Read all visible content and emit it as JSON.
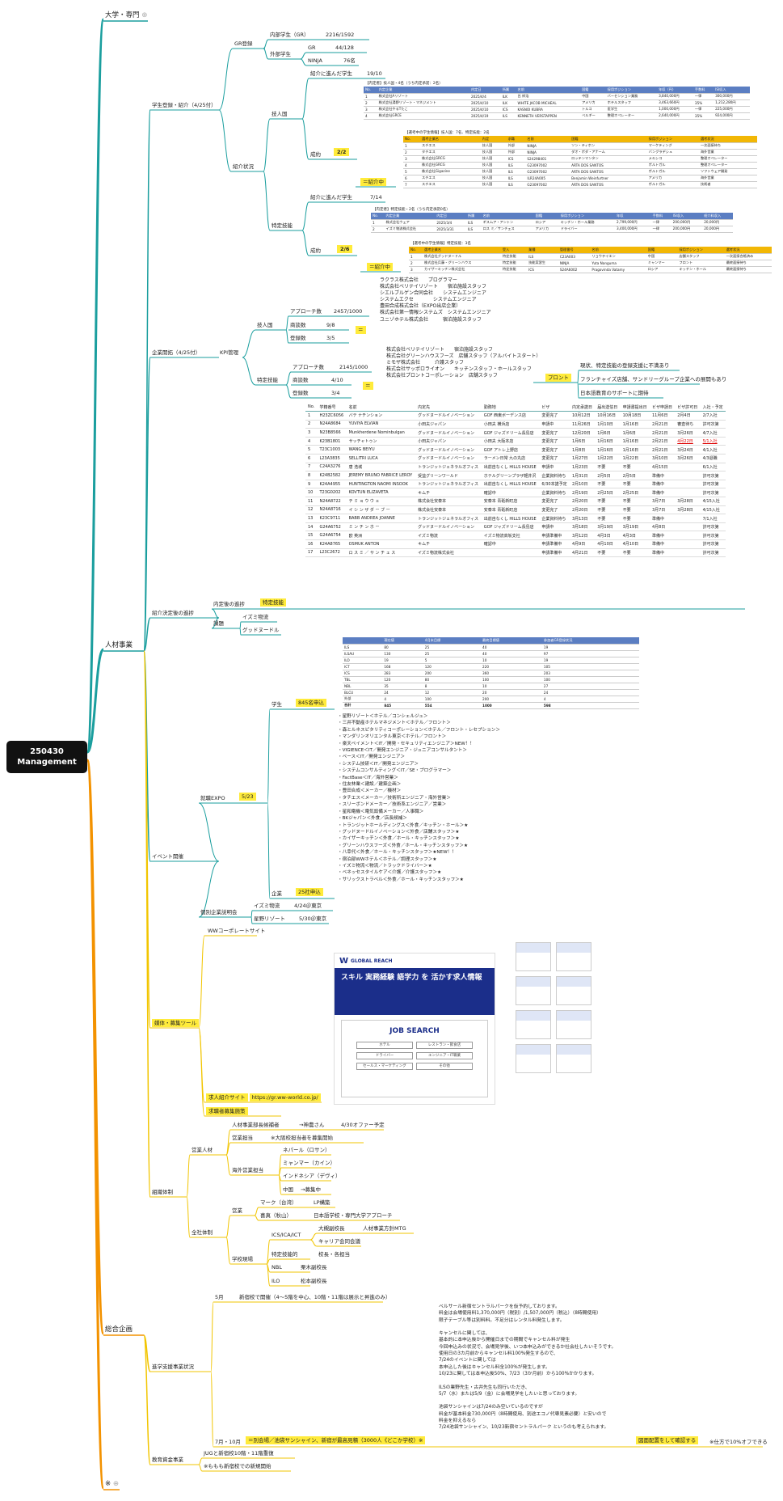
{
  "root": {
    "title": "250430\nManagement"
  },
  "branches": {
    "daigaku": "大学・専門",
    "jinzai": "人材事業",
    "sogo": "総合企画",
    "note": "※"
  },
  "gakusei": {
    "label": "学生登録・紹介（4/25付）",
    "gr_reg": "GR登録",
    "naibu": "内部学生（GR）",
    "naibu_v": "2216/1592",
    "gaibu": "外部学生",
    "gr": "GR",
    "gr_v": "44/128",
    "ninja": "NINJA",
    "ninja_v": "76名",
    "shokai": "紹介状況",
    "gino": "技人国",
    "shokai_sumi": "紹介に進んだ学生",
    "gino_v": "19/10",
    "seiyaku": "成約",
    "gino_seiyaku": "2/2",
    "tokutei": "特定技能",
    "tokutei_v": "7/14",
    "tokutei_seiyaku": "2/6",
    "shokaichu": "＝紹介中"
  },
  "kigyo": {
    "label": "企業開拓（4/25付）",
    "kpi": "KPI管理",
    "gino": "技人国",
    "approach": "アプローチ数",
    "gino_ap": "2457/1000",
    "shodan": "商談数",
    "gino_sd": "9/8",
    "toroku": "登録数",
    "gino_tr": "3/5",
    "tokutei": "特定技能",
    "tok_ap": "2145/1000",
    "tok_sd": "4/10",
    "tok_tr": "3/4",
    "eq": "＝",
    "pro": "プロント",
    "gino_list": "ラクラス株式会社　　プログラマー\n株式会社ベリテイリゾート　　宿泊施設スタッフ\nシエルブルゲン合同会社　　システムエンジニア\nシステムエクセ　　　　システムエンジニア\n豊田合成株式会社（EXPO出店企業）\n株式会社第一情報システムズ　システムエンジニア\nユニゾホテル株式会社　　　宿泊施設スタッフ",
    "tok_list": "株式会社ベリテイリゾート　　宿泊施設スタッフ\n株式会社グリーンハウスフーズ　店舗スタッフ（アルバイトスタート）\nミモザ株式会社　　　介護スタッフ\n株式会社サッポロライオン　　キッチンスタッフ・ホールスタッフ\n株式会社プロントコーポレーション　店舗スタッフ",
    "pro1": "現状、特定技能の登録支援に不満あり",
    "pro2": "フランチャイズ店舗、サンドリーグループ企業への展開もあり",
    "pro3": "日本語教育のサポートに期待"
  },
  "shokai_go": {
    "label": "紹介決定後の進捗",
    "naitei": "内定後の進捗",
    "tokutei": "特定技能",
    "kadai": "課題",
    "izumi": "イズミ物流",
    "good": "グッドヌードル"
  },
  "event": {
    "label": "イベント開催",
    "shushoku": "就職EXPO",
    "date": "5/23",
    "gakusei": "学生",
    "gakusei_v": "845名申込",
    "kigyo": "企業",
    "kigyo_v": "25社申込",
    "kobetsu": "個別企業説明会",
    "izumi": "イズミ物流",
    "izumi_v": "4/24＠東京",
    "hoshino": "星野リゾート",
    "hoshino_v": "5/30＠東京",
    "list": "・星野リゾート＜ホテル／コンシェルジュ＞\n・三井不動産ホテルマネジメント＜ホテル／フロント＞\n・森とルネスピタリティコーポレーション＜ホテル／フロント・レセプション＞\n・マンダリンオリエンタル東京＜ホテル／フロント＞\n・楽天ペイメント＜IT／開発・セキュリティエンジニア＞NEW！！\n・VIGIENCE＜IT／開発エンジニア・ジュニアコンサルタント＞\n・ベース＜IT／開発エンジニア＞\n・システム技研＜IT／開発エンジニア＞\n・システムコンサルティング＜IT／SE・プログラマー＞\n・FactBase＜IT／海外営業＞\n・住友林業＜建設／建築企画＞\n・豊田合成＜メーカー／機材＞\n・タチエス＜メーカー／技術所エンジニア・海外営業＞\n・スリーボンドメーカー／技術系エンジニア／営業＞\n・星和電機＜電気設備メーカー／人事職＞\n・BKジャパン＜外食／店長候補＞\n・トランジットホールディングス＜外食／キッチン・ホール＞★\n・グッドヌードルイノベーション＜外食／店舗スタッフ＞★\n・カイザーキッチン＜外食／ホール・キッチンスタッフ＞★\n・グリーンハウスフーズ＜外食／ホール・キッチンスタッフ＞★\n・八幸代＜外食／ホール・キッチンスタッフ＞★NEW！！\n・宿泊部WWホテル＜ホテル／調理スタッフ＞★\n・イズミ物流＜物流／トラックドライバー＞★\n・ベネッセスタイルケア＜介護／介護スタッフ＞★\n・サリックストラベル＜外食／ホール・キッチンスタッフ＞★"
  },
  "baitai": {
    "label": "媒体・募集ツール",
    "ww": "WWコーポレートサイト",
    "kyujin": "求人紹介サイト",
    "url": "https://gr.ww-world.co.jp/",
    "shiryo": "求職者募集施策",
    "site_brand": "GLOBAL REACH",
    "site_hero": "スキル 実務経験 語学力 を 活かす求人情報",
    "site_js": "JOB SEARCH",
    "site_btns": [
      "ホテル",
      "レストラン・飲食店",
      "ドライバー",
      "エンジニア・IT職業",
      "セールス・マーケティング",
      "その他"
    ]
  },
  "soshiki": {
    "label": "組織体制",
    "eigyo": "営業人材",
    "jinzai_bucho": "人材事業部長候補者",
    "jinzai_bucho_v": "→神農さん",
    "jinzai_bucho_d": "4/30オファー予定",
    "eigyo_tanto": "営業担当",
    "eigyo_tanto_v": "※大阪校担当者を募集開始",
    "kaigai": "海外営業担当",
    "nepal": "ネパール（ロサン）",
    "myanmar": "ミャンマー（カイン）",
    "indonesia": "インドネシア（デヴィ）",
    "china": "中国",
    "china_v": "→募集中",
    "zensha": "全社体制",
    "eigyo2": "営業",
    "mark": "マーク（台湾）",
    "lp": "LP構築",
    "kiyoshi": "喜真（秋山）",
    "kiyoshi_v": "日本語学校・専門大学アプローチ",
    "school": "学校現場",
    "taketomi": "大槻副校長",
    "taketomi_v": "人材事業方針MTG",
    "ics": "ICS/ICA/ICT",
    "career": "キャリア会同会議",
    "tokutei": "特定技能的",
    "tokutei_v": "校長・各担当",
    "nbl": "NBL",
    "nbl_v": "栗木副校長",
    "ilo": "ILO",
    "ilo_v": "松本副校長"
  },
  "shingaku": {
    "label": "進学支援事業状況",
    "may": "5月",
    "may_v": "新宿校で開催（4～5階を中心、10階・11階は展示と昇進のみ）",
    "julyoct": "7月・10月",
    "julyoct_v": "＝別会場／池袋サンシャイン、新宿が最高見積（3000人《どこか学校）※",
    "memo": "ベルサール新宿セントラルパークを仮予約しております。\n料金は会場使用料1,370,000円（税別）/1,507,000円（税込）（8時間使用）\n限子テーブル等は別料料。不足分はレンタル料発生します。\n\nキャンセルに関しては、\n基本的に本申込後から開催日までの期間でキャンセル料が発生\n今回申込みの状況で、会場見学後、いつ本申込みができるか社会社したいそうです。\n使用日の3カ月前からキャンセル料100%発生するので、\n7/24のイベントに関しては\n本申込した後はキャンセル料全100%が発生します。\n10/23に関しては本申込後50%、7/23（3か月前）から100%かかります。\n\nILSの業野先生・古井先生も同行いただき、\n5/7（水）または5/9（金）に会場見学をしたいと思っております。\n\n池袋サンシャインは7/24のみ空いているのですが\n料金が基本料金730,000円（8時間使用、別途エコノ代専見素必要）と安いので\n料金を抑えるなら\n7/24池袋サンシャイン、10/23新宿セントラルパーク というのも考えられます。",
    "kaijo": "図面配置をして確認する",
    "kaijo_v": "※仕方で10%オフできる"
  },
  "kyoiku": {
    "label": "教育資金事業",
    "jug": "JUGと新宿校10階・11階重復",
    "fm": "※ももも新宿校での新規開始"
  },
  "t1": {
    "title": "【内定者】技人国・4名（うち内定承諾：2名）",
    "headers": [
      "No.",
      "内定企業",
      "内定日",
      "所属",
      "名前",
      "国籍",
      "採用ポジション",
      "年収（円）",
      "手数料",
      "ISI収入"
    ],
    "rows": [
      [
        "1",
        "株式会社Aリゾート",
        "2025/4/4",
        "ILK",
        "呂 祥浩",
        "中国",
        "バーセンション業務",
        "3,840,000円",
        "一律",
        "300,000円"
      ],
      [
        "2",
        "株式会社湯野リゾート・マネジメント",
        "2025/4/10",
        "ILK",
        "WHITE JACOB MICHEAL",
        "アメリカ",
        "ホテルスタッフ",
        "3,463,660円",
        "35%",
        "1,212,280円"
      ],
      [
        "3",
        "株式会社やるTたこ",
        "2025/4/10",
        "ICS",
        "KASNOI KUBRA",
        "トルコ",
        "医学生",
        "1,000,000円",
        "一律",
        "225,000円"
      ],
      [
        "4",
        "株式会社GRCE",
        "2025/4/19",
        "ILS",
        "KENNETH VERSTAPPEN",
        "ベルギー",
        "整理オペレーター",
        "2,640,000円",
        "35%",
        "924,000円"
      ]
    ]
  },
  "t2": {
    "title": "【選考中の学生情報】技人国：7名、特定技能：2名",
    "headers": [
      "No.",
      "選考企業名",
      "内定",
      "求職",
      "名前",
      "国籍",
      "採用ポジション",
      "選考状況"
    ],
    "rows": [
      [
        "1",
        "スチエス",
        "技人国",
        "外部",
        "NINJA",
        "ソン・ティホン",
        "マーケティング",
        "一次面接待ち"
      ],
      [
        "2",
        "タチエス",
        "技人国",
        "外部",
        "NINJA",
        "ダオ・ボダ・アナーム",
        "バングラデシュ",
        "海外営業"
      ],
      [
        "3",
        "株式会社GRCG",
        "技人国",
        "ICS",
        "S24298401",
        "ロッテンマンタン",
        "メキシコ",
        "整理オペレーター"
      ],
      [
        "4",
        "株式会社GRCG",
        "技人国",
        "ILS",
        "G23097002",
        "ARTA DOS SANTOS",
        "ポルトガル",
        "整理オペレーター"
      ],
      [
        "5",
        "株式会社Gigazine",
        "技人国",
        "ILS",
        "G23097002",
        "ARTA DOS SANTOS",
        "ポルトガル",
        "ソフトウェア開発"
      ],
      [
        "6",
        "スチエス",
        "技人国",
        "ILS",
        "ILR24A005",
        "Benjamin Weinfurtner",
        "アメリカ",
        "海外営業"
      ],
      [
        "7",
        "スチエス",
        "技人国",
        "ILS",
        "G23097002",
        "ARTA DOS SANTOS",
        "ポルトガル",
        "技術者"
      ]
    ]
  },
  "t3": {
    "title": "【内定者】特定技能・2名（うち内定承諾0名）",
    "headers": [
      "No.",
      "内定企業",
      "内定日",
      "所属",
      "名前",
      "国籍",
      "採用ポジション",
      "年収",
      "手数料",
      "ISI収入",
      "紹介料収入"
    ],
    "rows": [
      [
        "1",
        "株式会社ウェア",
        "2025/3/4",
        "ILS",
        "ギスムア・アントン",
        "ロシア",
        "キッチン・ホール業務",
        "2,799,000円",
        "一律",
        "200,000円",
        "20,000円"
      ],
      [
        "2",
        "イズミ物流株式会社",
        "2025/3/31",
        "ILS",
        "ロス ミ／サンチェス",
        "アメリカ",
        "ドライバー",
        "3,400,000円",
        "一律",
        "200,000円",
        "20,000円"
      ]
    ]
  },
  "t4": {
    "title": "【選考中の学生情報】特定技能：3名",
    "headers": [
      "No.",
      "選考企業名",
      "受入",
      "業種",
      "管理番号",
      "名前",
      "国籍",
      "採用ポジション",
      "選考状況"
    ],
    "rows": [
      [
        "1",
        "株式会社グッドヌードル",
        "特定技能",
        "ILS",
        "C23A003",
        "リョウテイエン",
        "中国",
        "店舗スタッフ",
        "一次面接合格済み"
      ],
      [
        "2",
        "株式会社兵藤・グリーンハウス",
        "特定技能",
        "技能実習生",
        "NINJA",
        "Yuta Nanguma",
        "ミャンマー",
        "フロント",
        "最終面接待ち"
      ],
      [
        "3",
        "カイザーキッチン株式会社",
        "特定技能",
        "ICS",
        "S24A6002",
        "Pragovinda Vatamy",
        "ロシア",
        "キッチン・ホール",
        "最終面接待ち"
      ]
    ]
  },
  "t5": {
    "headers": [
      "No.",
      "学籍番号",
      "名前",
      "内定先",
      "勤務地",
      "ビザ",
      "内定承諾日",
      "届出送信日",
      "申請書提出日",
      "ビザ申請日",
      "ビザ許可日",
      "入社・予定"
    ],
    "rows": [
      [
        "1",
        "H23ZC6056",
        "バテ ナチンション",
        "グッドヌードルイノベーション",
        "GOF 西東ボーデンス店",
        "変更完了",
        "10月12日",
        "10月16日",
        "10月18日",
        "11月6日",
        "2月4日",
        "2/7入社"
      ],
      [
        "2",
        "N24A8684",
        "YUVIYA ELVIAN",
        "小田夫ジャパン",
        "小田夫 横浜店",
        "申請中",
        "11月26日",
        "1月10日",
        "1月16日",
        "2月21日",
        "審査待ち",
        "許可次第"
      ],
      [
        "3",
        "N23B8566",
        "Munkherdene Nominbulgan",
        "グッドヌードルイノベーション",
        "GOF ジャズドリーム長島店",
        "変更完了",
        "12月20日",
        "1月6日",
        "1月6日",
        "2月21日",
        "3月26日",
        "4/7入社"
      ],
      [
        "4",
        "K23B1801",
        "サッチャトゥン",
        "小田夫ジャパン",
        "小田夫 大阪本店",
        "変更完了",
        "1月6日",
        "1月16日",
        "1月16日",
        "2月21日",
        "4月22日",
        "5/1入社"
      ],
      [
        "5",
        "T23C1003",
        "WANG BEIYU",
        "グッドヌードルイノベーション",
        "GOF アトレ上野店",
        "変更完了",
        "1月8日",
        "1月16日",
        "1月16日",
        "2月21日",
        "3月24日",
        "4/1入社"
      ],
      [
        "6",
        "L23A3835",
        "SELLITRI LUCA",
        "グッドヌードルイノベーション",
        "ラーメン日常 九の丸店",
        "変更完了",
        "1月27日",
        "1月22日",
        "1月22日",
        "3月10日",
        "3月26日",
        "4/3退職"
      ],
      [
        "7",
        "C24A3276",
        "唐 浩城",
        "トランジットジェネラルオフィス",
        "出前自なくし HILLS HOUSE",
        "申請中",
        "1月23日",
        "不要",
        "不要",
        "4月15日",
        "",
        "6/1入社"
      ],
      [
        "8",
        "K24B2582",
        "JEREMY BRUNO FABRICE LEROY",
        "受益グリーンワールド",
        "ホテルグリーンプラザ軽井沢",
        "企業資料待ち",
        "1月31日",
        "2月5日",
        "2月5日",
        "準備中",
        "",
        "許可次第"
      ],
      [
        "9",
        "K24A4955",
        "HUNTINGTON NAOMI INSOOK",
        "トランジットジェネラルオフィス",
        "出前自なくし HILLS HOUSE",
        "6/30本諾予定",
        "2月10日",
        "不要",
        "不要",
        "準備中",
        "",
        "許可次第"
      ],
      [
        "10",
        "T23G0202",
        "KOVTUN ELIZAVETA",
        "キムチ",
        "確認中",
        "企業資料待ち",
        "2月19日",
        "2月25日",
        "2月25日",
        "準備中",
        "",
        "許可次第"
      ],
      [
        "11",
        "N24A8722",
        "チ ミ ョ ウ ウ ェ",
        "株式会社安泰本",
        "安泰本 青砥新町店",
        "変更完了",
        "2月20日",
        "不要",
        "不要",
        "3月7日",
        "3月28日",
        "4/15入社"
      ],
      [
        "12",
        "N24A8716",
        "イ シ ン ザ ダ ー ブ ー",
        "株式会社安泰本",
        "安泰本 青砥新町店",
        "変更完了",
        "2月20日",
        "不要",
        "不要",
        "3月7日",
        "3月28日",
        "4/15入社"
      ],
      [
        "13",
        "K23C9711",
        "BABB ANDREA JOANNE",
        "トランジットジェネラルオフィス",
        "出前自なくし HILLS HOUSE",
        "企業資料待ち",
        "3月13日",
        "不要",
        "不要",
        "準備中",
        "",
        "7/1入社"
      ],
      [
        "14",
        "G24A6752",
        "ミ ン チ ン ホ ー",
        "グッドヌードルイノベーション",
        "GOF ジャズドリーム長島店",
        "申請中",
        "3月18日",
        "3月19日",
        "3月19日",
        "4月8日",
        "",
        "許可次第"
      ],
      [
        "15",
        "G24A6754",
        "欧 英洲",
        "イズミ物流",
        "イズミ物流高坂支社",
        "申請準備中",
        "3月12日",
        "4月3日",
        "4月3日",
        "準備中",
        "",
        "許可次第"
      ],
      [
        "16",
        "K24A8765",
        "OSMUK ANTON",
        "キムチ",
        "確認中",
        "申請準備中",
        "4月9日",
        "4月10日",
        "4月10日",
        "準備中",
        "",
        "許可次第"
      ],
      [
        "17",
        "L23C2672",
        "ロ ス ミ ／ サ ン チ ェ ス",
        "イズミ物流株式会社",
        "",
        "申請準備中",
        "4月21日",
        "不要",
        "不要",
        "準備中",
        "",
        "許可次第"
      ]
    ]
  },
  "t6": {
    "headers": [
      "",
      "現在値",
      "4月末目標",
      "最終目標値",
      "参加者GR登録状況"
    ],
    "rows": [
      [
        "ILS",
        "80",
        "25",
        "40",
        "19"
      ],
      [
        "ILSAU",
        "130",
        "25",
        "40",
        "97"
      ],
      [
        "ILO",
        "19",
        "5",
        "10",
        "19"
      ],
      [
        "ICT",
        "168",
        "120",
        "220",
        "105"
      ],
      [
        "ICS",
        "283",
        "200",
        "360",
        "203"
      ],
      [
        "TBL",
        "120",
        "80",
        "100",
        "100"
      ],
      [
        "NBL",
        "35",
        "8",
        "10",
        "27"
      ],
      [
        "BLCU",
        "24",
        "12",
        "20",
        "24"
      ],
      [
        "外部",
        "4",
        "100",
        "200",
        "4"
      ],
      [
        "合計",
        "845",
        "554",
        "1000",
        "598"
      ]
    ]
  }
}
